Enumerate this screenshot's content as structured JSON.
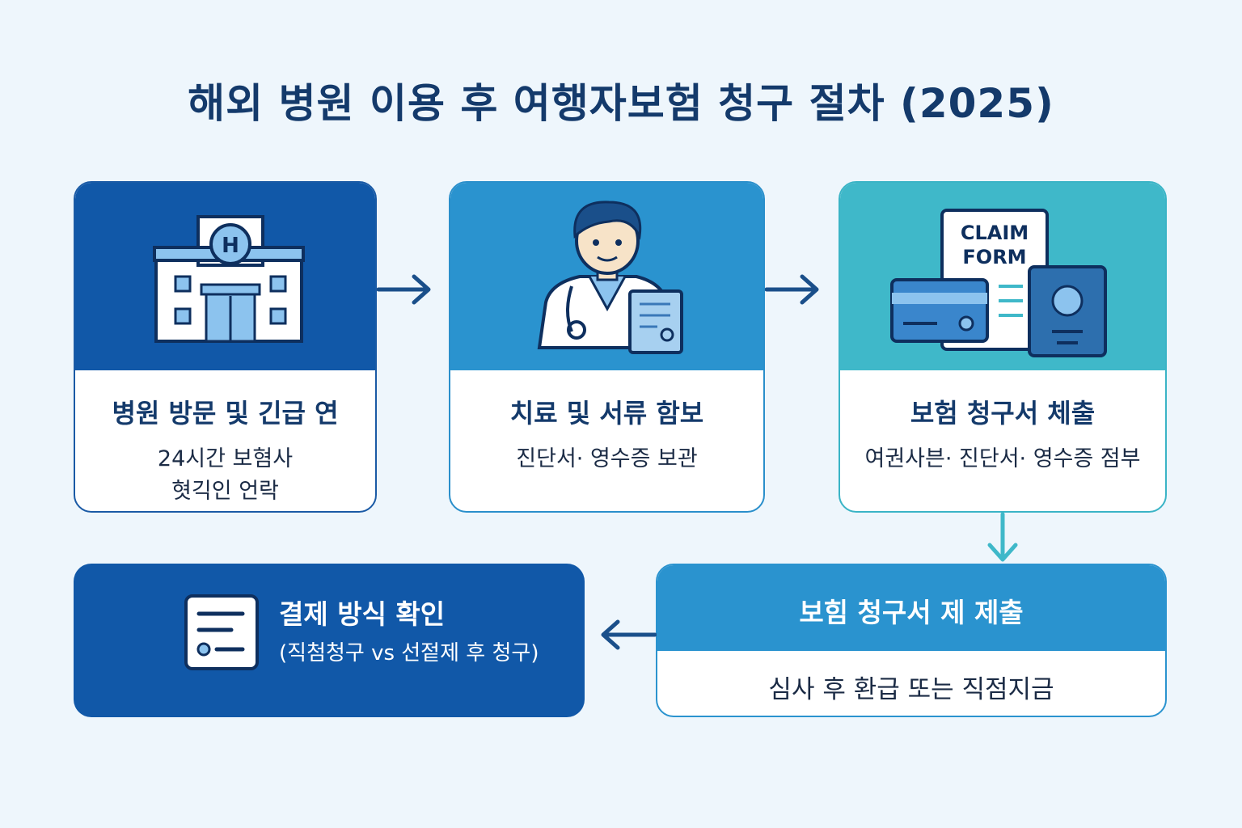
{
  "title": "해외 병원 이용 후 여행자보험 청구 절차 (2025)",
  "steps": [
    {
      "heading": "병원 방문 및 긴급 연",
      "sub_line1": "24시간 보혐사",
      "sub_line2": "혓긱인 언락",
      "icon": "hospital-icon",
      "color": "#1158a8"
    },
    {
      "heading": "치료 및 서류 함보",
      "sub_line1": "진단서· 영수증 보관",
      "icon": "doctor-icon",
      "color": "#2a93cf"
    },
    {
      "heading": "보험 청구서 체출",
      "sub_line1": "여권사븐· 진단서· 영수증 점부",
      "icon": "claim-form-icon",
      "color": "#3fb8c9",
      "icon_text_line1": "CLAIM",
      "icon_text_line2": "FORM"
    },
    {
      "heading": "보힘 청구서 제 제출",
      "sub_line1": "심사 후 환급 또는 직점지금",
      "color": "#2a93cf"
    },
    {
      "heading": "결제 방식 확인",
      "sub_line1": "(직첨청구 vs 선젙제 후 청구)",
      "icon": "document-list-icon",
      "color": "#1158a8"
    }
  ]
}
